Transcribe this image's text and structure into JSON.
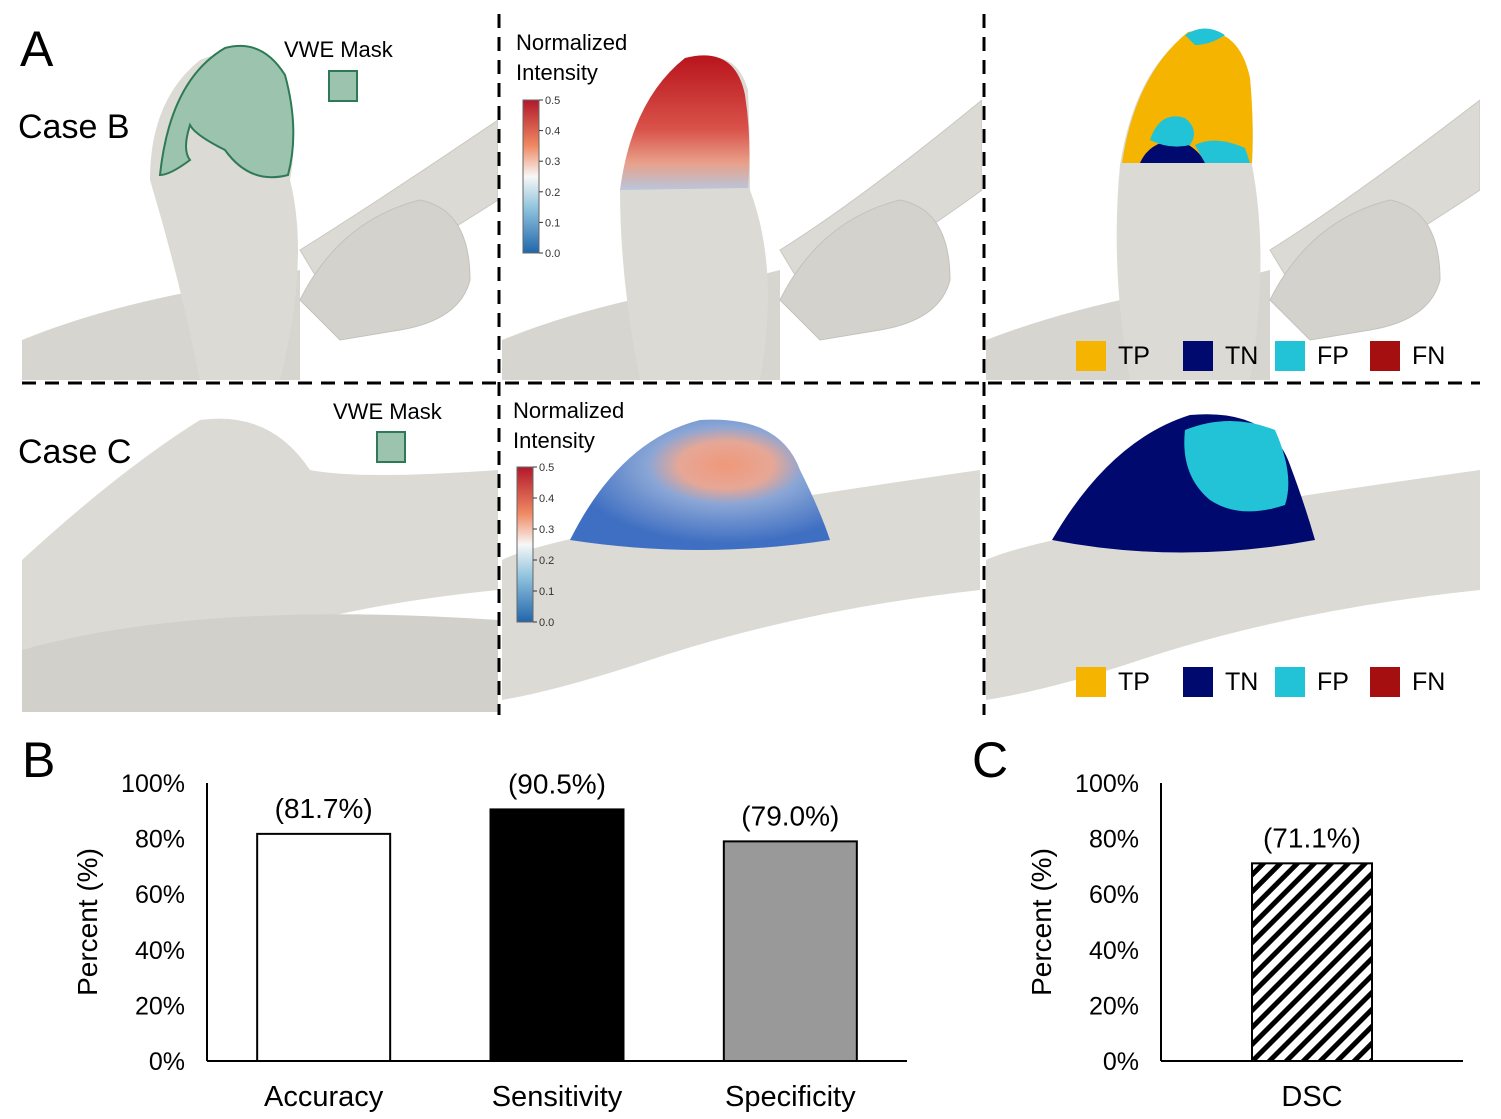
{
  "panel_labels": {
    "a": "A",
    "b": "B",
    "c": "C"
  },
  "row_labels": {
    "top": "Case B",
    "bottom": "Case C"
  },
  "mask_label": "VWE Mask",
  "colorbar": {
    "title_line1": "Normalized",
    "title_line2": "Intensity",
    "ticks": [
      "0.5",
      "0.4",
      "0.3",
      "0.2",
      "0.1",
      "0.0"
    ]
  },
  "classification_legend": [
    {
      "label": "TP",
      "color": "#f4b400"
    },
    {
      "label": "TN",
      "color": "#000a6e"
    },
    {
      "label": "FP",
      "color": "#22c3d6"
    },
    {
      "label": "FN",
      "color": "#a50f0f"
    }
  ],
  "colors": {
    "mask_fill": "#9cc3ad",
    "mask_outline": "#2e7a56",
    "vessel": "#dcdad4",
    "bar_accuracy": "#ffffff",
    "bar_sensitivity": "#000000",
    "bar_specificity": "#999999"
  },
  "chart_data": [
    {
      "type": "bar",
      "panel": "B",
      "categories": [
        "Accuracy",
        "Sensitivity",
        "Specificity"
      ],
      "values": [
        81.7,
        90.5,
        79.0
      ],
      "data_labels": [
        "(81.7%)",
        "(90.5%)",
        "(79.0%)"
      ],
      "ylabel": "Percent (%)",
      "ylim": [
        0,
        100
      ],
      "yticks": [
        "0%",
        "20%",
        "40%",
        "60%",
        "80%",
        "100%"
      ],
      "grid": false
    },
    {
      "type": "bar",
      "panel": "C",
      "categories": [
        "DSC"
      ],
      "values": [
        71.1
      ],
      "data_labels": [
        "(71.1%)"
      ],
      "ylabel": "Percent (%)",
      "ylim": [
        0,
        100
      ],
      "yticks": [
        "0%",
        "20%",
        "40%",
        "60%",
        "80%",
        "100%"
      ],
      "grid": false
    }
  ]
}
